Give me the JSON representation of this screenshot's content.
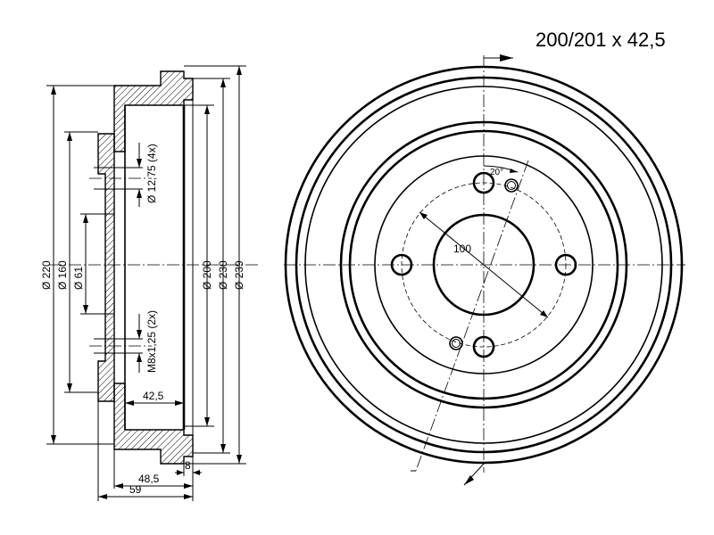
{
  "title": "200/201 x 42,5",
  "dims": {
    "d220": "Ø 220",
    "d160": "Ø 160",
    "d61": "Ø 61",
    "d200": "Ø 200",
    "d230": "Ø 230",
    "d239": "Ø 239",
    "hole": "Ø 12,75 (4x)",
    "thread": "M8x1,25 (2x)",
    "depth_inner": "42,5",
    "depth_48": "48,5",
    "depth_59": "59",
    "rim_8": "8",
    "pcd": "100",
    "angle": "20°"
  }
}
